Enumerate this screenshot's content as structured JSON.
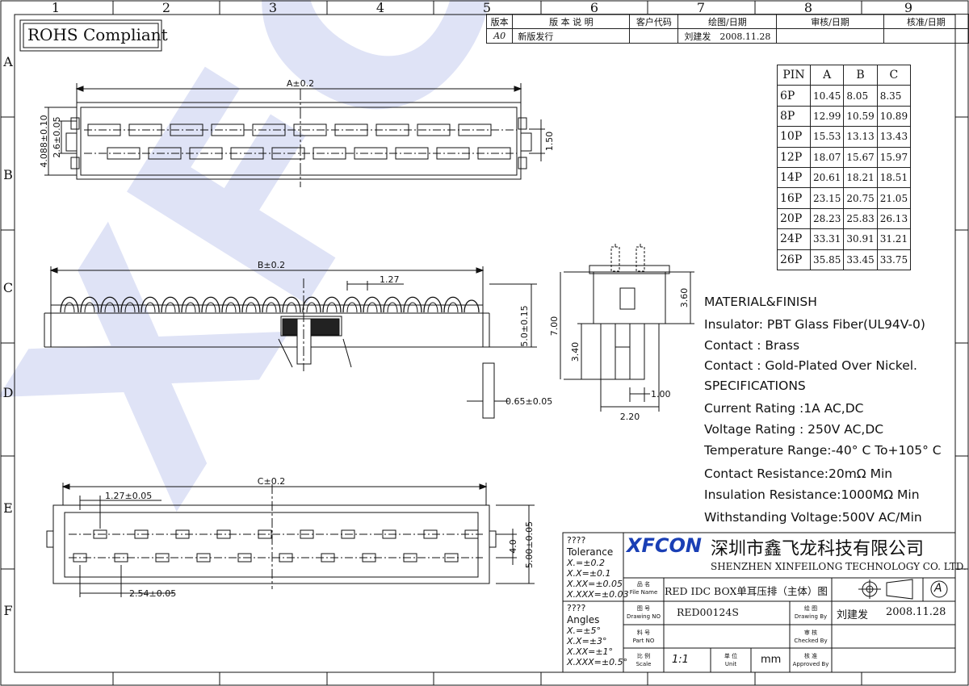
{
  "watermark": "XFCON",
  "rohs_label": "ROHS Compliant",
  "border": {
    "columns": [
      "1",
      "2",
      "3",
      "4",
      "5",
      "6",
      "7",
      "8",
      "9"
    ],
    "rows": [
      "A",
      "B",
      "C",
      "D",
      "E",
      "F"
    ]
  },
  "revision_table": {
    "headers": [
      "版本",
      "版 本 说 明",
      "客户代码",
      "绘图/日期",
      "审核/日期",
      "核准/日期"
    ],
    "row": [
      "A0",
      "新版发行",
      "",
      "刘建发　2008.11.28",
      "",
      ""
    ]
  },
  "pin_table": {
    "headers": [
      "PIN",
      "A",
      "B",
      "C"
    ],
    "rows": [
      [
        "6P",
        "10.45",
        "8.05",
        "8.35"
      ],
      [
        "8P",
        "12.99",
        "10.59",
        "10.89"
      ],
      [
        "10P",
        "15.53",
        "13.13",
        "13.43"
      ],
      [
        "12P",
        "18.07",
        "15.67",
        "15.97"
      ],
      [
        "14P",
        "20.61",
        "18.21",
        "18.51"
      ],
      [
        "16P",
        "23.15",
        "20.75",
        "21.05"
      ],
      [
        "20P",
        "28.23",
        "25.83",
        "26.13"
      ],
      [
        "24P",
        "33.31",
        "30.91",
        "31.21"
      ],
      [
        "26P",
        "35.85",
        "33.45",
        "33.75"
      ]
    ]
  },
  "specs": {
    "material_title": "MATERIAL&FINISH",
    "insulator": "Insulator: PBT Glass Fiber(UL94V-0)",
    "contact1": "Contact :  Brass",
    "contact2": "Contact   : Gold-Plated Over Nickel.",
    "spec_title": "SPECIFICATIONS",
    "current": "Current  Rating  :1A AC,DC",
    "voltage": "Voltage Rating  : 250V AC,DC",
    "temperature": "Temperature Range:-40° C To+105° C",
    "contact_res": "Contact Resistance:20mΩ Min",
    "insulation_res": "Insulation Resistance:1000MΩ Min",
    "withstanding": "Withstanding Voltage:500V AC/Min"
  },
  "dims": {
    "a": "A±0.2",
    "b": "B±0.2",
    "c": "C±0.2",
    "h1": "4.088±0.10",
    "h2": "2.6±0.05",
    "p150": "1.50",
    "p127": "1.27",
    "h50": "5.0±0.15",
    "p065": "0.65±0.05",
    "s700": "7.00",
    "s360": "3.60",
    "s340": "3.40",
    "s100": "1.00",
    "s220": "2.20",
    "p127b": "1.27±0.05",
    "p254": "2.54±0.05",
    "s40": "4.0",
    "s500": "5.00±0.05"
  },
  "title_block": {
    "tol_q": "????",
    "tol_title": "Tolerance",
    "tol1": "X.=±0.2",
    "tol2": "X.X=±0.1",
    "tol3": "X.XX=±0.05",
    "tol4": "X.XXX=±0.03",
    "ang_q": "????",
    "ang_title": "Angles",
    "ang1": "X.=±5°",
    "ang2": "X.X=±3°",
    "ang3": "X.XX=±1°",
    "ang4": "X.XXX=±0.5°",
    "logo": "XFCON",
    "company_cn": "深圳市鑫飞龙科技有限公司",
    "company_en": "SHENZHEN  XINFEILONG TECHNOLOGY CO. LTD.",
    "name_cn": "品 名",
    "name_en": "File Name",
    "file_name": "RED IDC BOX单耳压排（主体）图",
    "dwg_cn": "图 号",
    "dwg_en": "Drawing NO",
    "drawing_no": "RED00124S",
    "drawn_cn": "绘 图",
    "drawn_en": "Drawing By",
    "drawn_by": "刘建发",
    "date": "2008.11.28",
    "part_cn": "料 号",
    "part_en": "Part NO",
    "checked_cn": "审 核",
    "checked_en": "Checked By",
    "scale_cn": "比 例",
    "scale_en": "Scale",
    "scale": "1:1",
    "unit_cn": "单 位",
    "unit_en": "Unit",
    "unit": "mm",
    "approved_cn": "核 准",
    "approved_en": "Approved By",
    "rev_mark": "A"
  }
}
